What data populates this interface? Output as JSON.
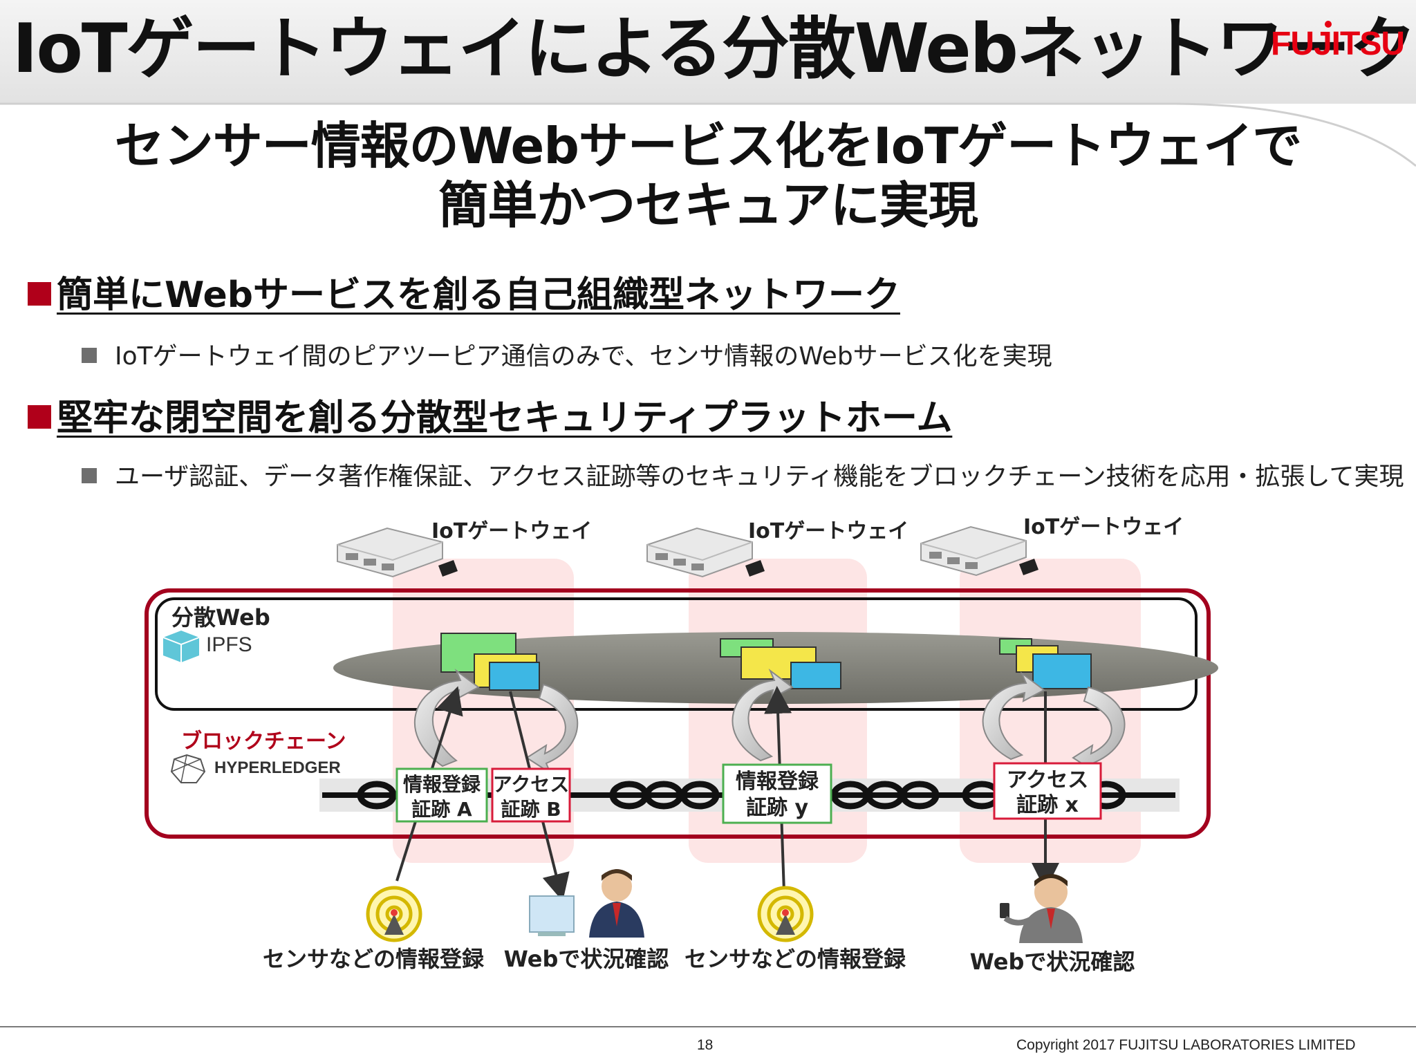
{
  "header": {
    "title": "IoTゲートウェイによる分散Webネットワーク",
    "logo": "FUJITSU",
    "logo_color": "#e60012"
  },
  "subtitle": {
    "line1": "センサー情報のWebサービス化をIoTゲートウェイで",
    "line2": "簡単かつセキュアに実現"
  },
  "sections": [
    {
      "heading": "簡単にWebサービスを創る自己組織型ネットワーク",
      "detail": "IoTゲートウェイ間のピアツーピア通信のみで、センサ情報のWebサービス化を実現"
    },
    {
      "heading": "堅牢な閉空間を創る分散型セキュリティプラットホーム",
      "detail": "ユーザ認証、データ著作権保証、アクセス証跡等のセキュリティ機能をブロックチェーン技術を応用・拡張して実現"
    }
  ],
  "diagram": {
    "gateway_labels": [
      "IoTゲートウェイ",
      "IoTゲートウェイ",
      "IoTゲートウェイ"
    ],
    "distributed_web_label": "分散Web",
    "ipfs_label": "IPFS",
    "blockchain_label": "ブロックチェーン",
    "hyperledger_label": "HYPERLEDGER",
    "records": [
      {
        "line1": "情報登録",
        "line2": "証跡 A",
        "kind": "registration"
      },
      {
        "line1": "アクセス",
        "line2": "証跡 B",
        "kind": "access"
      },
      {
        "line1": "情報登録",
        "line2": "証跡 y",
        "kind": "registration"
      },
      {
        "line1": "アクセス",
        "line2": "証跡 x",
        "kind": "access"
      }
    ],
    "actors": [
      {
        "label": "センサなどの情報登録",
        "kind": "sensor"
      },
      {
        "label": "Webで状況確認",
        "kind": "desk-user"
      },
      {
        "label": "センサなどの情報登録",
        "kind": "sensor"
      },
      {
        "label": "Webで状況確認",
        "kind": "phone-user"
      }
    ],
    "colors": {
      "frame": "#a3001e",
      "column": "#fde0e0",
      "registration_border": "#4caf50",
      "access_border": "#d81b3a"
    }
  },
  "footer": {
    "page_number": "18",
    "copyright": "Copyright 2017 FUJITSU LABORATORIES LIMITED"
  }
}
